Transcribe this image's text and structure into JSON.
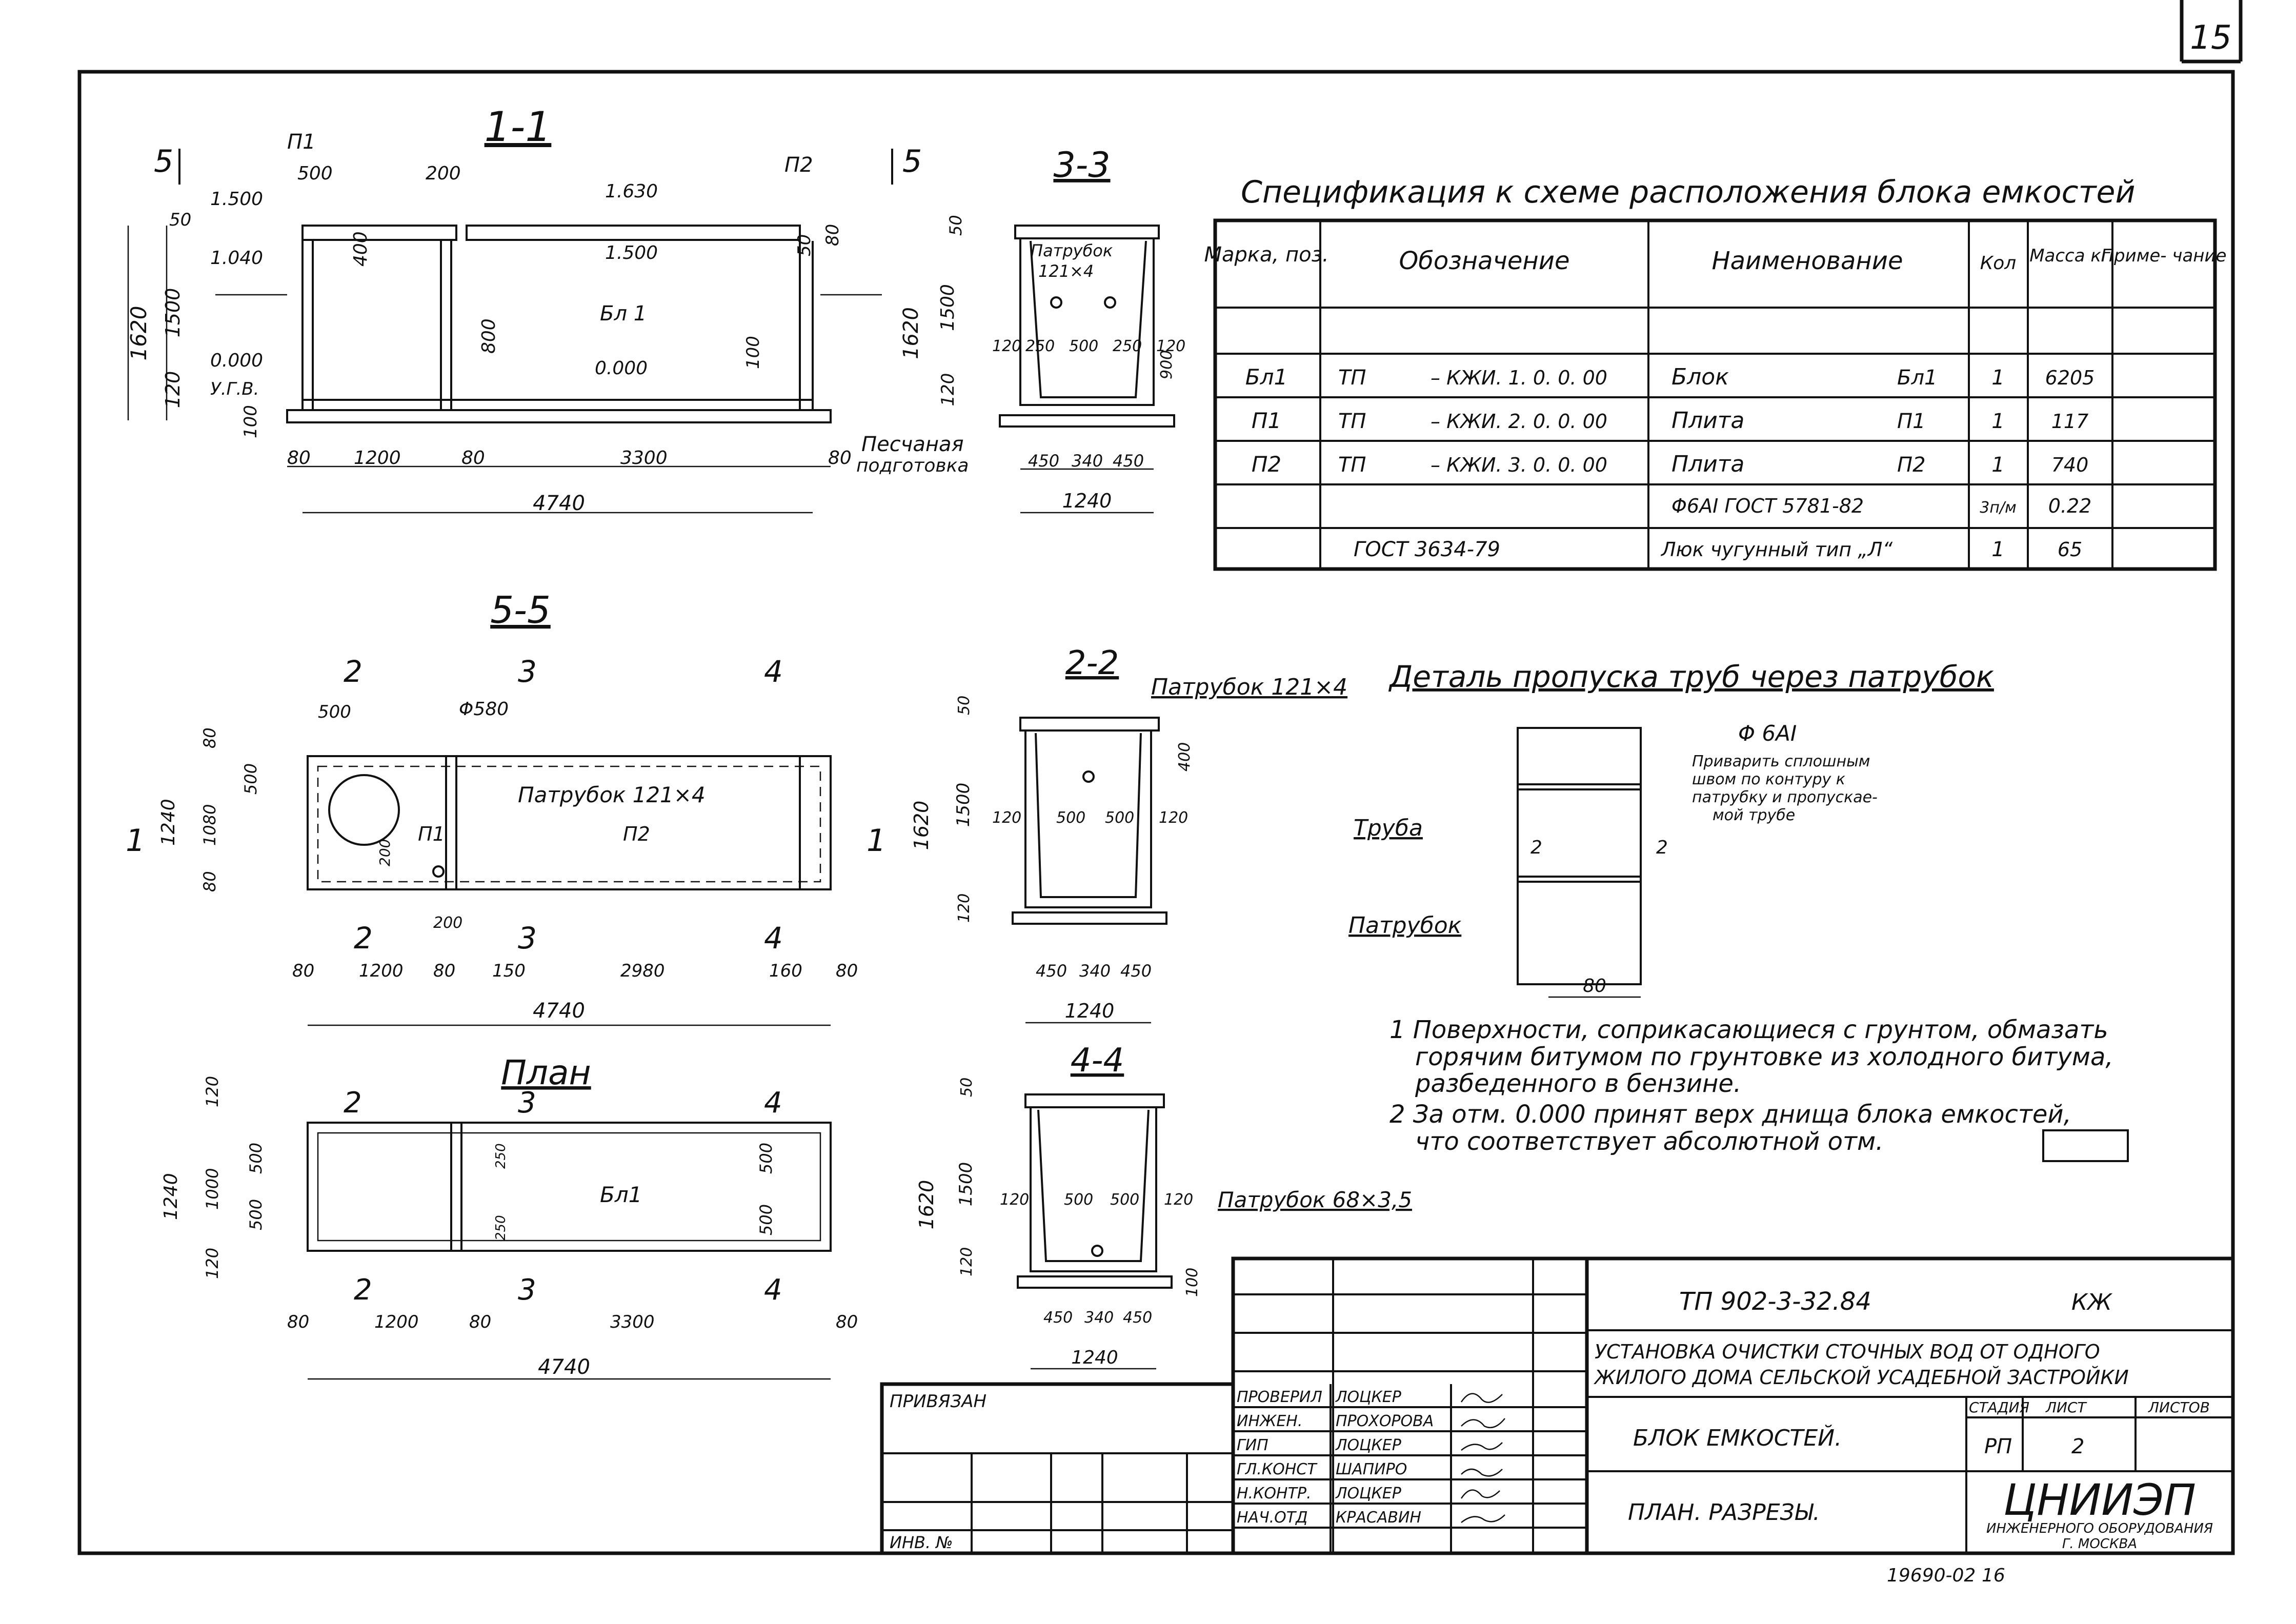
{
  "sheet_number": "15",
  "sections": {
    "s11": {
      "title": "1-1",
      "marks": [
        "5",
        "5"
      ],
      "p1": "П1",
      "p2": "П2",
      "bl1": "Бл 1",
      "elev": [
        "1.500",
        "1.630",
        "1.500",
        "1.040",
        "0.000",
        "0.000",
        "У.Г.В."
      ],
      "dims": [
        "500",
        "200",
        "400",
        "800",
        "100",
        "1620",
        "1500",
        "120",
        "100",
        "80",
        "1200",
        "80",
        "3300",
        "80",
        "4740",
        "80",
        "50"
      ],
      "sand": [
        "Песчаная",
        "подготовка"
      ]
    },
    "s33": {
      "title": "3-3",
      "mark": "5",
      "pipe": [
        "Патрубок",
        "121×4"
      ],
      "dims": [
        "50",
        "1620",
        "1500",
        "120",
        "120",
        "250",
        "500",
        "250",
        "120",
        "900",
        "450",
        "340",
        "450",
        "1240"
      ]
    },
    "s55": {
      "title": "5-5",
      "cuts": [
        "2",
        "3",
        "4",
        "2",
        "3",
        "4",
        "1",
        "1"
      ],
      "phi": "Φ580",
      "pipe": "Патрубок 121×4",
      "p1": "П1",
      "p2": "П2",
      "dims": [
        "500",
        "80",
        "1080",
        "80",
        "1240",
        "500",
        "200",
        "200",
        "80",
        "1200",
        "80",
        "150",
        "2980",
        "160",
        "80",
        "4740"
      ]
    },
    "s22": {
      "title": "2-2",
      "pipe": "Патрубок 121×4",
      "dims": [
        "50",
        "400",
        "1620",
        "1500",
        "120",
        "500",
        "500",
        "120",
        "120",
        "450",
        "340",
        "450",
        "1240"
      ]
    },
    "plan": {
      "title": "План",
      "cuts": [
        "2",
        "3",
        "4",
        "2",
        "3",
        "4"
      ],
      "bl1": "Бл1",
      "dims": [
        "120",
        "500",
        "500",
        "1000",
        "1240",
        "120",
        "250",
        "250",
        "500",
        "500",
        "80",
        "1200",
        "80",
        "3300",
        "80",
        "4740"
      ]
    },
    "s44": {
      "title": "4-4",
      "pipe": "Патрубок 68×3,5",
      "dims": [
        "50",
        "1620",
        "1500",
        "120",
        "500",
        "500",
        "120",
        "100",
        "450",
        "340",
        "450",
        "1240"
      ]
    }
  },
  "spec": {
    "title": "Спецификация к схеме расположения блока емкостей",
    "headers": [
      "Марка, поз.",
      "Обозначение",
      "Наименование",
      "Кол",
      "Масса кг",
      "Приме- чание"
    ],
    "rows": [
      {
        "pos": "Бл1",
        "code1": "ТП",
        "code2": "– КЖИ. 1. 0. 0. 00",
        "name": "Блок",
        "name2": "Бл1",
        "qty": "1",
        "mass": "6205",
        "note": ""
      },
      {
        "pos": "П1",
        "code1": "ТП",
        "code2": "– КЖИ. 2. 0. 0. 00",
        "name": "Плита",
        "name2": "П1",
        "qty": "1",
        "mass": "117",
        "note": ""
      },
      {
        "pos": "П2",
        "code1": "ТП",
        "code2": "– КЖИ. 3. 0. 0. 00",
        "name": "Плита",
        "name2": "П2",
        "qty": "1",
        "mass": "740",
        "note": ""
      },
      {
        "pos": "",
        "code1": "",
        "code2": "",
        "name": "Φ6АI ГОСТ 5781-82",
        "name2": "",
        "qty": "3п/м",
        "mass": "0.22",
        "note": ""
      },
      {
        "pos": "",
        "code1": "ГОСТ 3634-79",
        "code2": "",
        "name": "Люк чугунный тип „Л“",
        "name2": "",
        "qty": "1",
        "mass": "65",
        "note": ""
      }
    ]
  },
  "detail": {
    "title": "Деталь пропуска труб через патрубок",
    "phi": "Φ 6АI",
    "note": [
      "Приварить сплошным",
      "швом по контуру к",
      "патрубку и пропускае-",
      "мой трубе"
    ],
    "pipe": "Труба",
    "nozzle": "Патрубок",
    "dim": "80",
    "marks": [
      "2",
      "2"
    ]
  },
  "notes": [
    "1  Поверхности, соприкасающиеся с грунтом, обмазать",
    "горячим битумом по грунтовке из холодного битума,",
    "разбеденного в бензине.",
    "2  За отм. 0.000 принят верх днища блока емкостей,",
    "что соответствует абсолютной отм."
  ],
  "stamp": {
    "code": "ТП    902-3-32.84",
    "mark": "КЖ",
    "project": [
      "УСТАНОВКА ОЧИСТКИ СТОЧНЫХ ВОД ОТ ОДНОГО",
      "ЖИЛОГО ДОМА СЕЛЬСКОЙ УСАДЕБНОЙ ЗАСТРОЙКИ"
    ],
    "title1": "БЛОК  ЕМКОСТЕЙ.",
    "title2": "ПЛАН.  РАЗРЕЗЫ.",
    "stage_h": "СТАДИЯ",
    "sheet_h": "ЛИСТ",
    "sheets_h": "ЛИСТОВ",
    "stage": "РП",
    "sheet": "2",
    "sheets": "",
    "org": "ЦНИИЭП",
    "org_sub": [
      "ИНЖЕНЕРНОГО ОБОРУДОВАНИЯ",
      "Г. МОСКВА"
    ],
    "privyazan": "ПРИВЯЗАН",
    "inv": "ИНВ. №",
    "signers": [
      {
        "role": "ПРОВЕРИЛ",
        "name": "ЛОЦКЕР"
      },
      {
        "role": "ИНЖЕН.",
        "name": "ПРОХОРОВА"
      },
      {
        "role": "ГИП",
        "name": "ЛОЦКЕР"
      },
      {
        "role": "ГЛ.КОНСТ",
        "name": "ШАПИРО"
      },
      {
        "role": "Н.КОНТР.",
        "name": "ЛОЦКЕР"
      },
      {
        "role": "НАЧ.ОТД",
        "name": "КРАСАВИН"
      }
    ],
    "bottom_code": "19690-02",
    "bottom_page": "16"
  }
}
